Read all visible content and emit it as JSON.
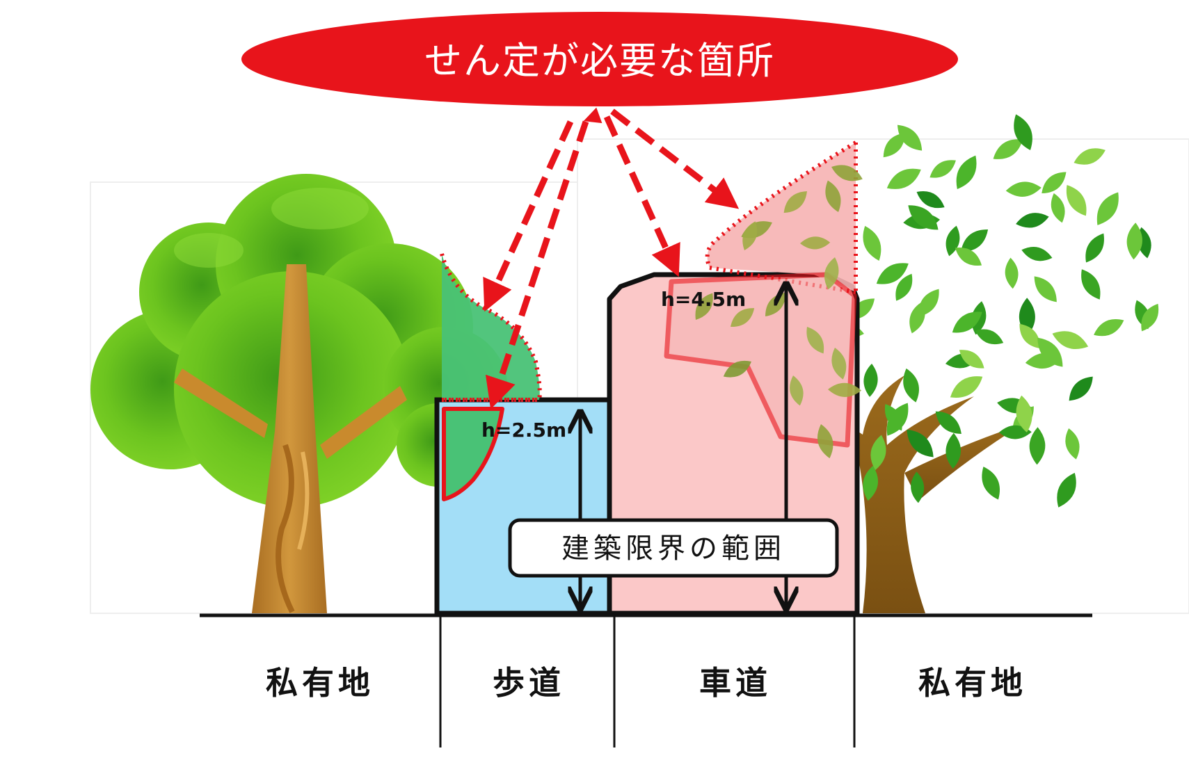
{
  "title": "せん定が必要な箇所",
  "sidewalk_height_label": "h=2.5m",
  "roadway_height_label": "h=4.5m",
  "clearance_label": "建築限界の範囲",
  "zones": {
    "left_private": "私有地",
    "sidewalk": "歩道",
    "roadway": "車道",
    "right_private": "私有地"
  },
  "colors": {
    "callout_red": "#e8141b",
    "sidewalk_blue": "#a3def7",
    "roadway_pink": "#fbc8c8",
    "bush_green": "#6dc81e",
    "trunk_brown": "#c88a2e",
    "leaf_green": "#3aa523"
  }
}
